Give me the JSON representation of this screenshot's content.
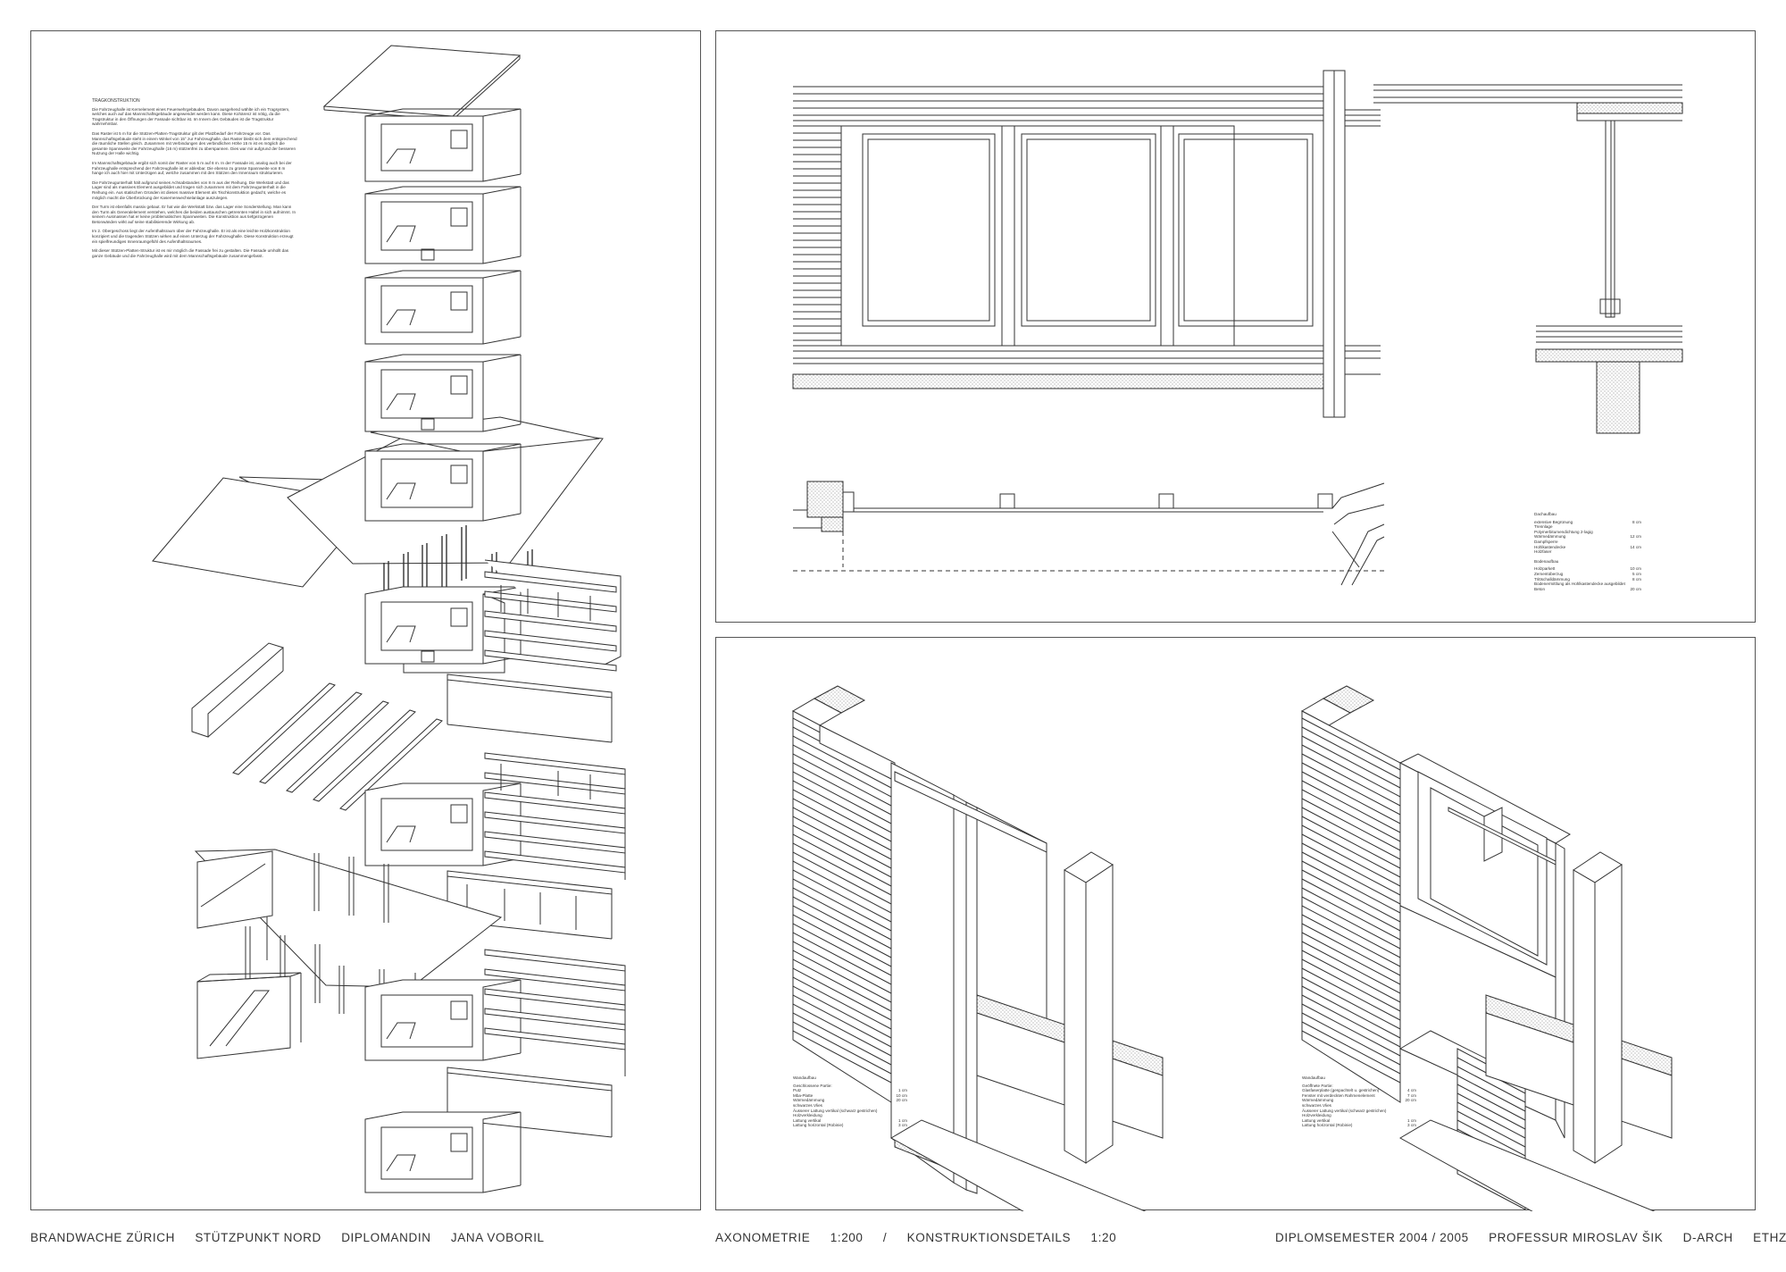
{
  "axonometry_text": {
    "title": "TRAGKONSTRUKTION",
    "paragraphs": [
      "Die Fahrzeughalle ist Kernelement eines Feuerwehrgebäudes. Davon ausgehend wählte ich ein Tragsystem, welches auch auf das Mannschaftsgebäude angewendet werden kann. Diese Kohärenz ist nötig, da die Tragstruktur in den Öffnungen der Fassade sichtbar ist. Im Innern des Gebäudes ist die Tragstruktur wahrnehmbar.",
      "Das Raster ist 5 m für die Stützen-Platten-Tragstruktur gilt der Platzbedarf der Fahrzeuge vor. Das Mannschaftsgebäude steht in einem Winkel von 15° zur Fahrzeughalle, das Raster bleibt sich dem entsprechend die räumliche Stellen gleich. Zusammen mit Verbindungen des verbindlichen Höhe 15 m ist es möglich die gesamte Spannweite der Fahrzeughalle (16 m) stützenfrei zu überspannen. Dies war mir aufgrund der besseren Nutzung der Halle wichtig.",
      "Im Mannschaftsgebäude ergibt sich somit der Raster von 5 m auf 8 m. In der Fassade ist, analog auch bei der Fahrzeughalle entsprechend der Fahrzeughalle ist er ablesbar. Die ebenso zu grosse Spannweite von 8 m hange ich auch hier mit Unterzügen auf, welche zusammen mit den Stützen den Innenraum strukturieren.",
      "Die Fahrzeugunterhalt hält aufgrund seines Achsabstandes von 8 m aus der Reihung. Die Werkstatt und das Lager sind als massives Element ausgebildet und tragen sich zusammen mit dem Fahrzeugunterhalt in die Reihung ein. Aus statischen Gründen ist dieses massive Element als Tischkonstruktion gedacht, welche es möglich macht die Überbrückung der Kasernenwechselanlage auszulegen.",
      "Der Turm ist ebenfalls massiv gebaut. Er hat wie die Werkstatt bzw. das Lager eine Sonderstellung. Man kann den Turm als Generalelement verstehen, welches die beiden austauschen getrennten Haltel in sich aufnimmt. In seinem Ausmassen hat er keine problematischen Spannweiten. Die Konstruktion aus tiefgezogenen Betonwänden wirkt auf seine stabilisierende Wirkung ab.",
      "Im 2. Obergeschoss liegt der Aufenthaltsraum über der Fahrzeughalle. Er ist als eine leichte Holzkonstruktion konzipiert und die tragenden Stützen wirken auf einen Unterzug der Fahrzeughalle. Diese Konstruktion erzeugt ein spielfreundiges Innenraumgefühl des Aufenthaltsraumes.",
      "Mit dieser Stützen-Platten-Struktur ist es mir möglich die Fassade frei zu gestalten. Die Fassade umhüllt das ganze Gebäude und die Fahrzeughalle wird mit dem Mannschaftsgebäude zusammengefasst."
    ]
  },
  "detail_legend_top": {
    "title_roof": "Dachaufbau",
    "roof_layers": [
      {
        "name": "extensive Begrünung",
        "value": "8 cm"
      },
      {
        "name": "Trennlage",
        "value": ""
      },
      {
        "name": "Polymerbitumendichtung 2-lagig",
        "value": ""
      },
      {
        "name": "Wärmedämmung",
        "value": "12 cm"
      },
      {
        "name": "Dampfsperre",
        "value": ""
      },
      {
        "name": "Hohlkastendecke",
        "value": "14 cm"
      },
      {
        "name": "Holzfaser",
        "value": ""
      }
    ],
    "title_floor": "Bodenaufbau",
    "floor_layers": [
      {
        "name": "Holzparkett",
        "value": "10 cm"
      },
      {
        "name": "Zementüberzug",
        "value": "5 cm"
      },
      {
        "name": "Trittschalldämmung",
        "value": "8 cm"
      },
      {
        "name": "Bodenermittlung als Hohlkastendecke ausgebildet",
        "value": ""
      },
      {
        "name": "Beton",
        "value": "20 cm"
      }
    ]
  },
  "wall_legend_left": {
    "title": "Wandaufbau",
    "subtitle": "Geschlossene Partie:",
    "layers": [
      {
        "name": "Putz",
        "value": "1 cm"
      },
      {
        "name": "Mba-Platte",
        "value": "10 cm"
      },
      {
        "name": "Wärmedämmung",
        "value": "20 cm"
      },
      {
        "name": "schwarzes Vlies",
        "value": ""
      },
      {
        "name": "Äusserer Lattung vertikal (schwarz gestrichen)",
        "value": ""
      },
      {
        "name": "Holzverkleidung",
        "value": ""
      },
      {
        "name": "Lattung vertikal",
        "value": "1 cm"
      },
      {
        "name": "Lattung horizontal (Robinie)",
        "value": "3 cm"
      }
    ]
  },
  "wall_legend_right": {
    "title": "Wandaufbau",
    "subtitle": "Geöffnete Partie:",
    "layers": [
      {
        "name": "Glasfaserplatte (gespachtelt u. gestrichen)",
        "value": "4 cm"
      },
      {
        "name": "Fenster mit verdeckten Rahmenelement",
        "value": "7 cm"
      },
      {
        "name": "Wärmedämmung",
        "value": "20 cm"
      },
      {
        "name": "schwarzes Vlies",
        "value": ""
      },
      {
        "name": "Äusserer Lattung vertikal (schwarz gestrichen)",
        "value": ""
      },
      {
        "name": "Holzverkleidung",
        "value": ""
      },
      {
        "name": "Lattung vertikal",
        "value": "1 cm"
      },
      {
        "name": "Lattung horizontal (Robinie)",
        "value": "3 cm"
      }
    ]
  },
  "footer": {
    "project": "BRANDWACHE ZÜRICH",
    "subtitle": "STÜTZPUNKT NORD",
    "role": "DIPLOMANDIN",
    "author": "JANA VOBORIL",
    "drawing1": "AXONOMETRIE",
    "scale1": "1:200",
    "separator": "/",
    "drawing2": "KONSTRUKTIONSDETAILS",
    "scale2": "1:20",
    "semester": "DIPLOMSEMESTER 2004 / 2005",
    "professor": "PROFESSUR MIROSLAV ŠIK",
    "department": "D-ARCH",
    "school": "ETHZ"
  }
}
